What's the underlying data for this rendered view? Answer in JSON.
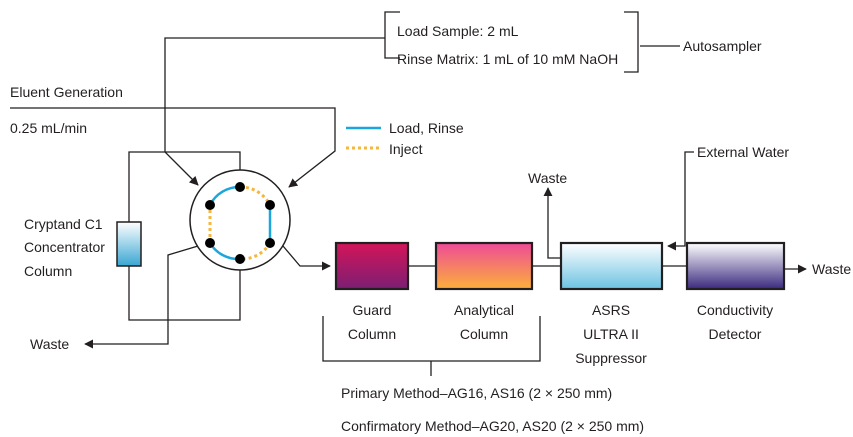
{
  "autosampler": {
    "line1": "Load Sample: 2 mL",
    "line2": "Rinse Matrix: 1 mL of 10 mM NaOH",
    "label": "Autosampler"
  },
  "eluent": {
    "label": "Eluent Generation",
    "flow": "0.25 mL/min"
  },
  "legend": {
    "load_rinse": "Load, Rinse",
    "inject": "Inject",
    "load_color": "#1ba6dd",
    "inject_color": "#f6b53d"
  },
  "concentrator": {
    "line1": "Cryptand C1",
    "line2": "Concentrator",
    "line3": "Column"
  },
  "waste": {
    "left": "Waste",
    "top": "Waste",
    "right": "Waste"
  },
  "external_water": "External Water",
  "components": {
    "guard": {
      "line1": "Guard",
      "line2": "Column"
    },
    "analytical": {
      "line1": "Analytical",
      "line2": "Column"
    },
    "suppressor": {
      "line1": "ASRS",
      "line2": "ULTRA II",
      "line3": "Suppressor"
    },
    "detector": {
      "line1": "Conductivity",
      "line2": "Detector"
    }
  },
  "methods": {
    "primary": "Primary Method–AG16, AS16 (2 × 250 mm)",
    "confirmatory": "Confirmatory Method–AG20, AS20 (2 × 250 mm)"
  }
}
